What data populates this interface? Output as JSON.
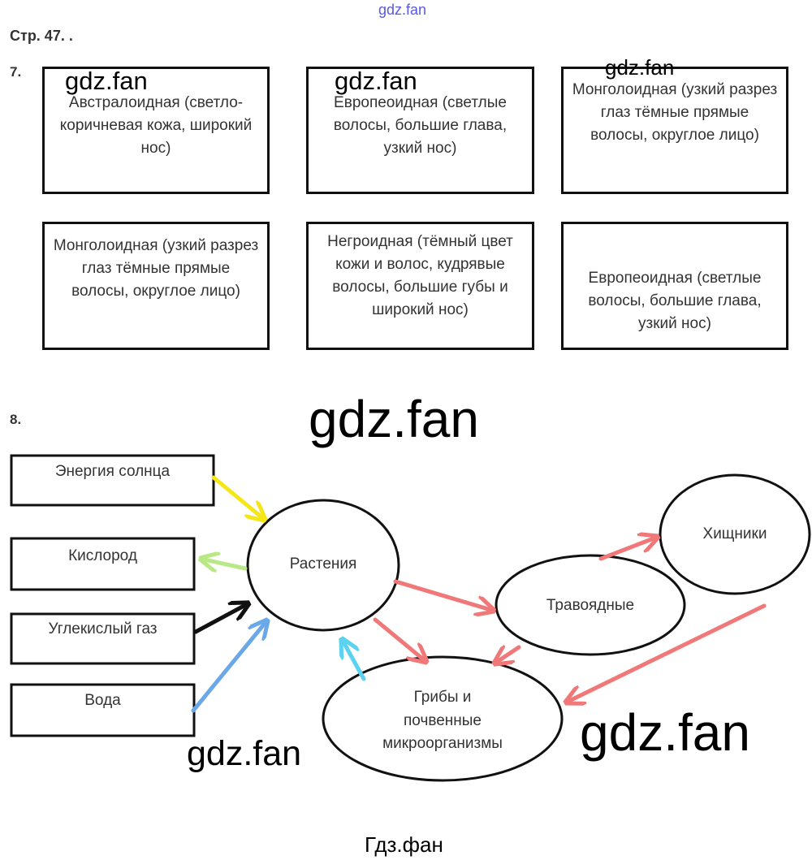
{
  "page_header": "Стр. 47. .",
  "task7": {
    "number": "7.",
    "cards": [
      "Австралоидная (светло-коричневая кожа, широкий нос)",
      "Европеоидная (светлые волосы, большие глава, узкий нос)",
      "Монголоидная (узкий разрез глаз тёмные прямые волосы, округлое лицо)",
      "Монголоидная (узкий разрез глаз тёмные прямые волосы, округлое лицо)",
      "Негроидная (тёмный цвет кожи и волос, кудрявые волосы, большие губы и широкий нос)",
      "Европеоидная (светлые волосы, большие глава, узкий нос)"
    ]
  },
  "task8": {
    "number": "8.",
    "factors": [
      "Энергия солнца",
      "Кислород",
      "Углекислый газ",
      "Вода"
    ],
    "nodes": {
      "plants": "Растения",
      "herbivores": "Травоядные",
      "predators": "Хищники",
      "decomposers": [
        "Грибы и",
        "почвенные",
        "микроорганизмы"
      ]
    },
    "arrow_colors": {
      "sun": "#f5e61a",
      "oxygen": "#b8e986",
      "co2": "#111111",
      "water": "#6aa8e8",
      "return": "#5bd3f0",
      "food": "#f07878"
    }
  },
  "watermarks": {
    "top": "gdz.fan",
    "main": "gdz.fan",
    "footer": "Гдз.фан"
  }
}
